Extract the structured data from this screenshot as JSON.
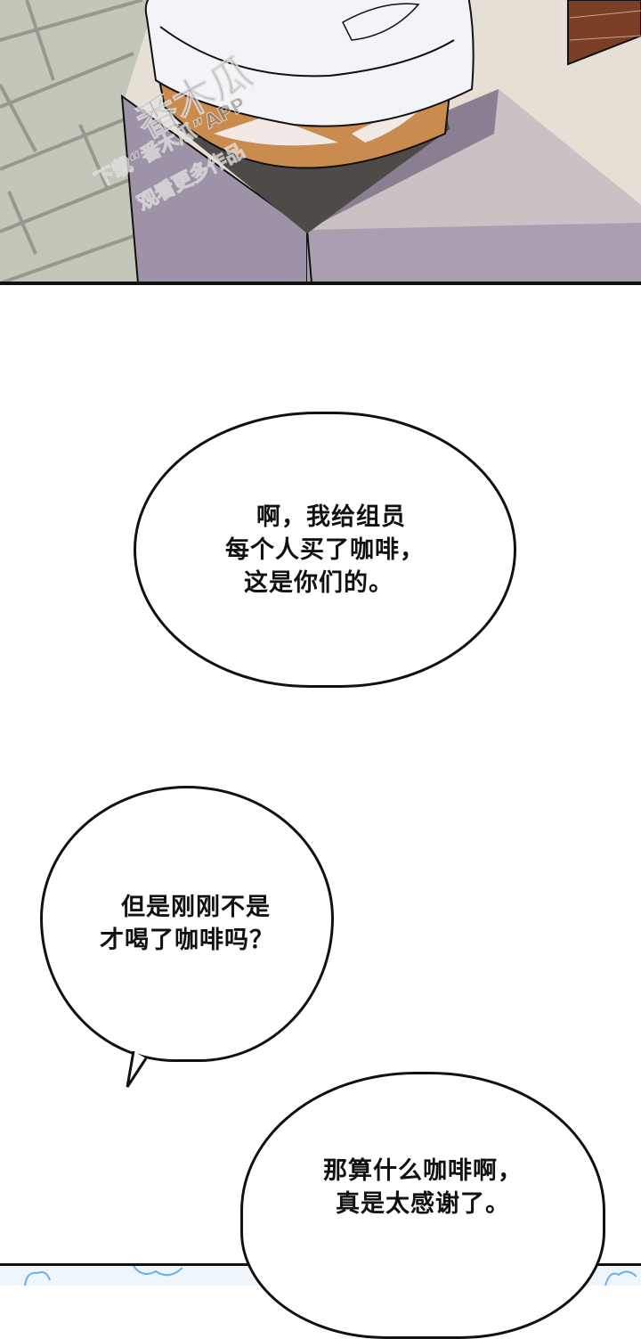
{
  "panels": {
    "top": {
      "scene": "coffee cup lid on a desk corner beside a tiled floor",
      "watermark": {
        "logo": "番木瓜",
        "line1": "下载“番木瓜”APP",
        "line2": "观看更多作品"
      }
    }
  },
  "bubbles": [
    {
      "lines": [
        "啊，我给组员",
        "每个人买了咖啡，",
        "这是你们的。"
      ]
    },
    {
      "lines": [
        "但是刚刚不是",
        "才喝了咖啡吗？"
      ]
    },
    {
      "lines": [
        "那算什么咖啡啊，",
        "真是太感谢了。"
      ]
    }
  ],
  "colors": {
    "floor": "#c4c6b9",
    "desk": "#9e92a6",
    "wall": "#e6dfd6",
    "coffee": "#c98b4e",
    "lid": "#f4f3f7",
    "wood": "#7a3f26",
    "border": "#111111",
    "cloud_blue": "#6bb0e6"
  }
}
